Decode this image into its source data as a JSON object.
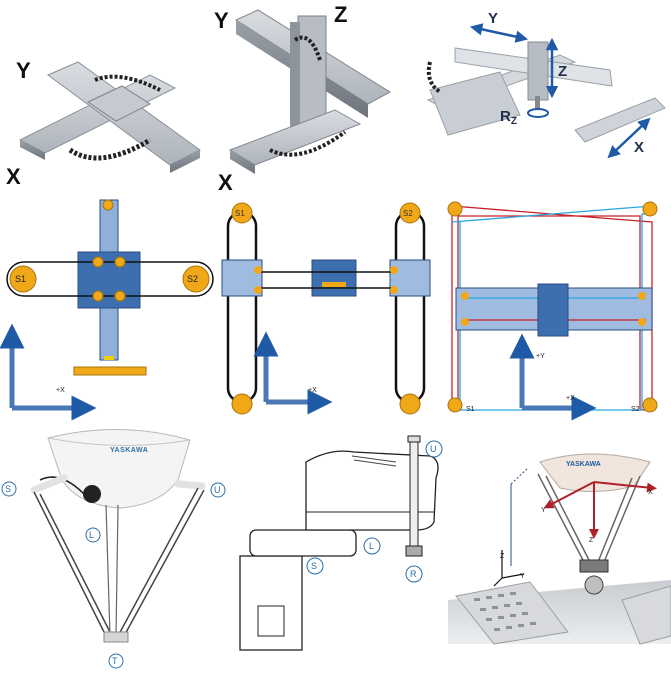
{
  "panels": {
    "cartesian_2axis": {
      "label_y": "Y",
      "label_x": "X"
    },
    "cartesian_3axis": {
      "label_y": "Y",
      "label_z": "Z",
      "label_x": "X"
    },
    "gantry_photo": {
      "label_y": "Y",
      "label_z": "Z",
      "label_rz": "R",
      "label_rz_sub": "Z",
      "label_x": "X"
    },
    "belt_cross": {
      "pulley_1": "S1",
      "pulley_2": "S2",
      "axis_x": "+X"
    },
    "belt_h": {
      "pulley_1": "S1",
      "pulley_2": "S2",
      "axis_x": "+X"
    },
    "belt_corexy": {
      "motor_1": "S1",
      "motor_2": "S2",
      "axis_x": "+X",
      "axis_y": "+Y"
    },
    "delta_robot": {
      "brand": "YASKAWA",
      "joint_s": "S",
      "joint_u": "U",
      "joint_l": "L",
      "joint_t": "T"
    },
    "scara_robot": {
      "joint_u": "U",
      "joint_l": "L",
      "joint_s": "S",
      "joint_r": "R"
    },
    "delta_frames": {
      "brand": "YASKAWA",
      "axis_x": "X",
      "axis_y": "Y",
      "axis_z": "Z",
      "world_z": "Z",
      "world_y": "Y"
    }
  },
  "colors": {
    "blue_arrow": "#4a78b5",
    "carriage_blue": "#3d6fb0",
    "rail_blue": "#9fbbe0",
    "pulley_orange": "#f0a818",
    "belt_red": "#c8202a",
    "belt_cyan": "#27a7e0",
    "frame_red": "#b0202a"
  }
}
